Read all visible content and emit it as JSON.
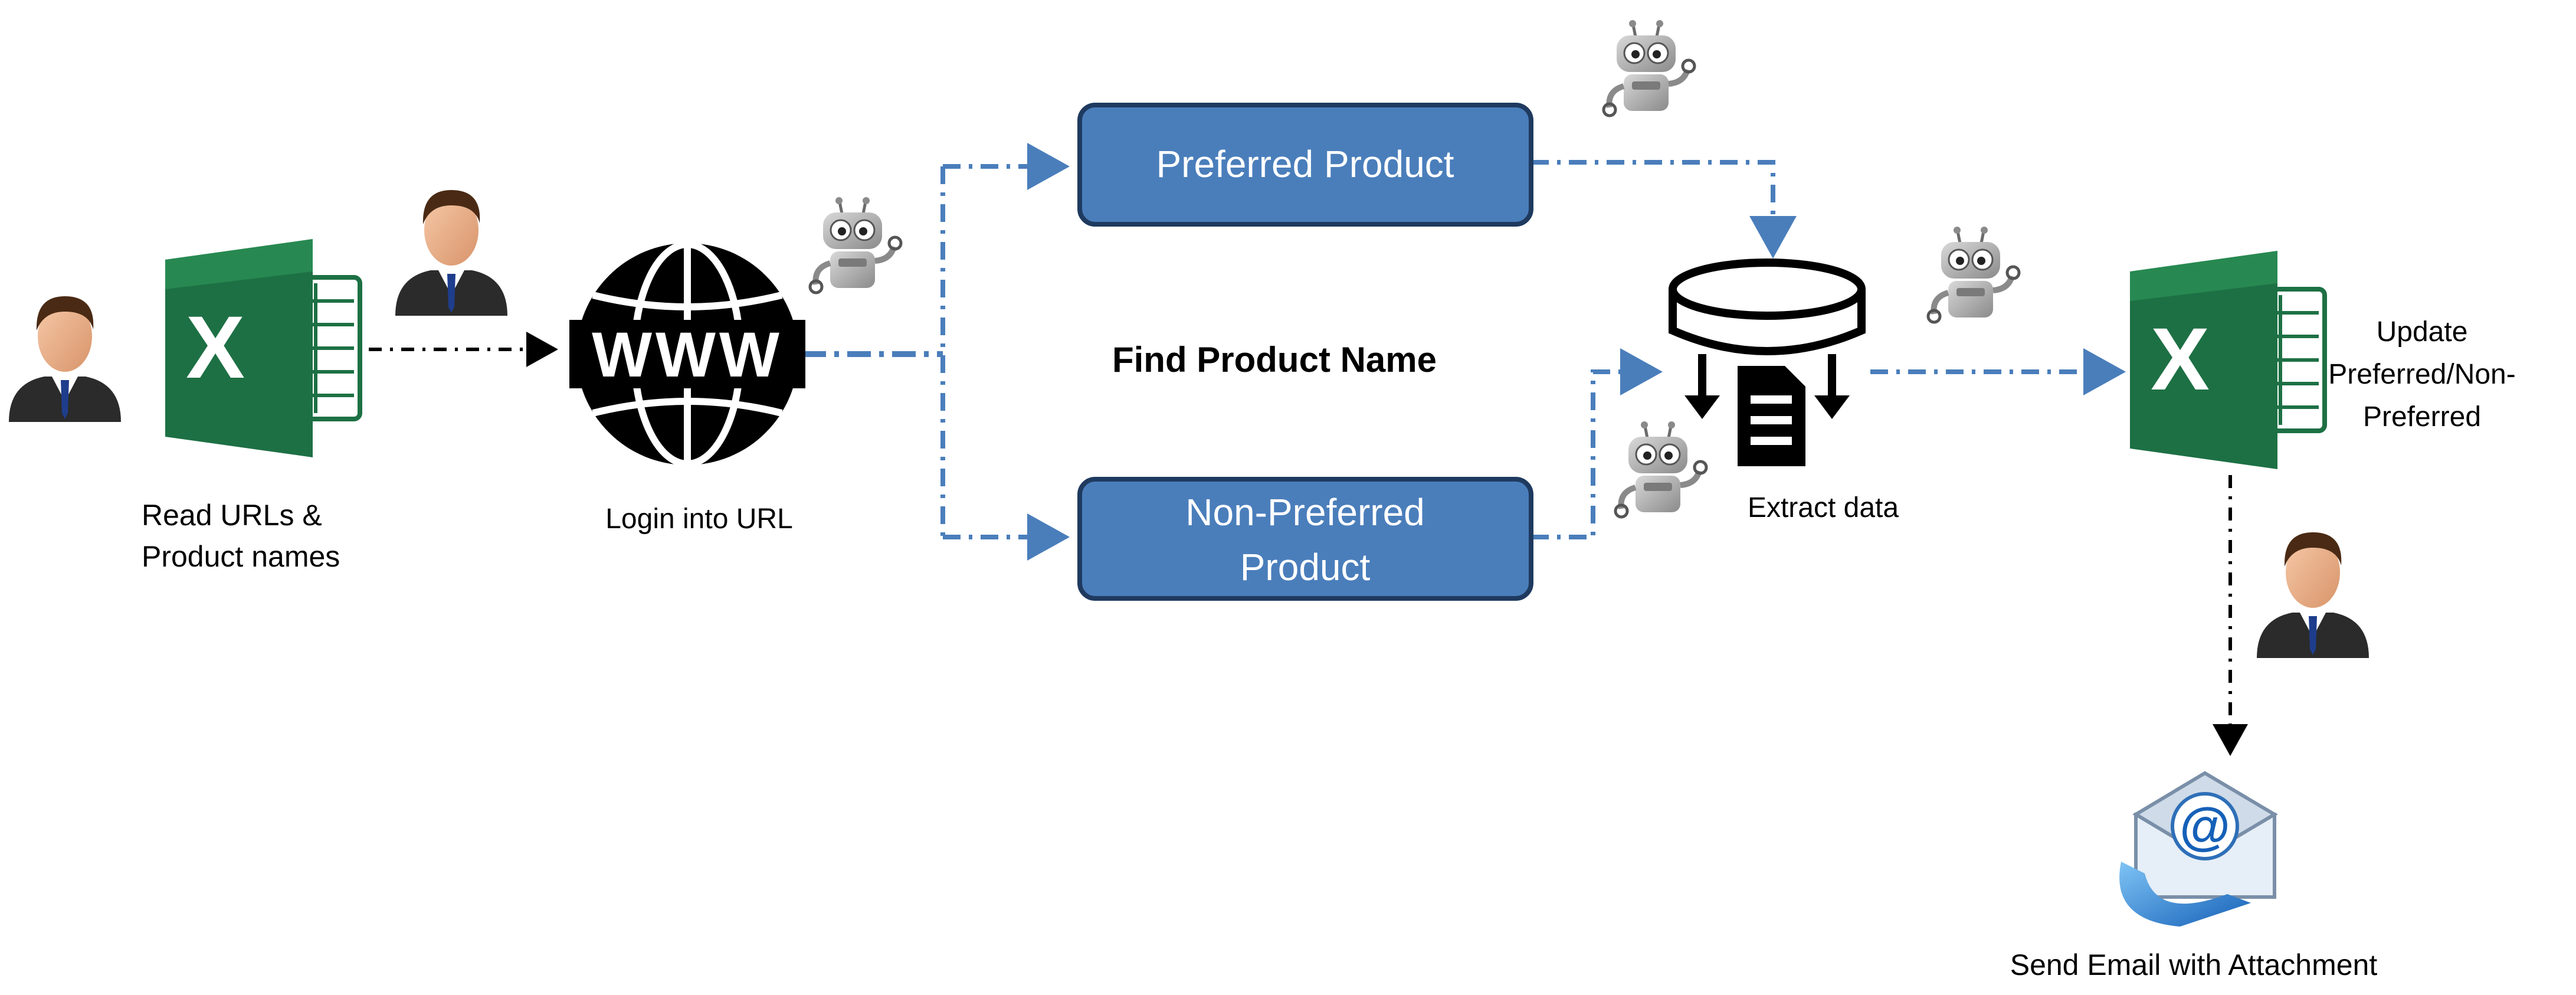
{
  "title": "Find Product Name",
  "labels": {
    "read_urls_line1": "Read URLs &",
    "read_urls_line2": "Product names",
    "login": "Login into URL",
    "extract": "Extract data",
    "update_line1": "Update",
    "update_line2": "Preferred/Non-",
    "update_line3": "Preferred",
    "send_email": "Send Email with Attachment"
  },
  "boxes": {
    "preferred": "Preferred Product",
    "non_preferred_line1": "Non-Preferred",
    "non_preferred_line2": "Product"
  },
  "icons": {
    "www_text": "WWW",
    "excel_letter": "X",
    "email_symbol": "@"
  },
  "colors": {
    "box_fill": "#4a7ebb",
    "box_border": "#1f3a5f",
    "robot_flow": "#4a7ebb",
    "human_flow": "#000000",
    "excel_green": "#1d7044",
    "excel_light": "#2f9e5c"
  }
}
